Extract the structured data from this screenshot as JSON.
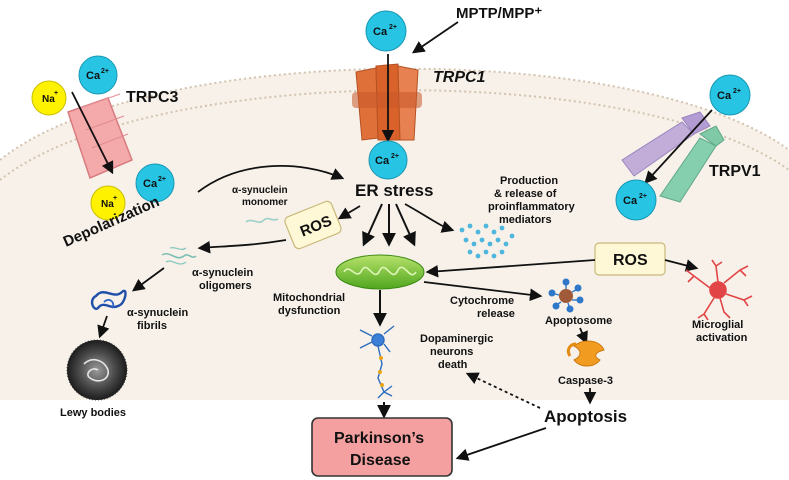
{
  "ions": {
    "ca_label": "Ca",
    "ca_charge": "2+",
    "na_label": "Na",
    "na_charge": "+"
  },
  "channels": {
    "trpc3": "TRPC3",
    "trpc1": "TRPC1",
    "trpv1": "TRPV1"
  },
  "labels": {
    "mptp": "MPTP/MPP⁺",
    "depolarization": "Depolarization",
    "er_stress": "ER stress",
    "ros": "ROS",
    "syn_monomer_1": "α-synuclein",
    "syn_monomer_2": "monomer",
    "syn_oligomers_1": "α-synuclein",
    "syn_oligomers_2": "oligomers",
    "syn_fibrils_1": "α-synuclein",
    "syn_fibrils_2": "fibrils",
    "lewy_bodies": "Lewy bodies",
    "production_1": "Production",
    "production_2": "& release of",
    "production_3": "proinflammatory",
    "production_4": "mediators",
    "mito_1": "Mitochondrial",
    "mito_2": "dysfunction",
    "cyto_1": "Cytochrome",
    "cyto_2": "release",
    "apoptosome": "Apoptosome",
    "microglial_1": "Microglial",
    "microglial_2": "activation",
    "dopa_1": "Dopaminergic",
    "dopa_2": "neurons",
    "dopa_3": "death",
    "caspase": "Caspase-3",
    "apoptosis": "Apoptosis",
    "parkinsons_1": "Parkinson’s",
    "parkinsons_2": "Disease"
  },
  "colors": {
    "ca_ion": "#27c4e4",
    "na_ion": "#fff200",
    "membrane": "#f6efe7",
    "membrane_edge": "#d8cbb8",
    "trpc1": "#e0703a",
    "trpc3": "#f2a3a6",
    "trpv1_a": "#b9a3d8",
    "trpv1_b": "#7fc9a6",
    "ros_box": "#fff8d6",
    "disease_box": "#f4a0a0",
    "caspase": "#f29b21",
    "mito": "#7cc83d",
    "microglia": "#e24545"
  }
}
